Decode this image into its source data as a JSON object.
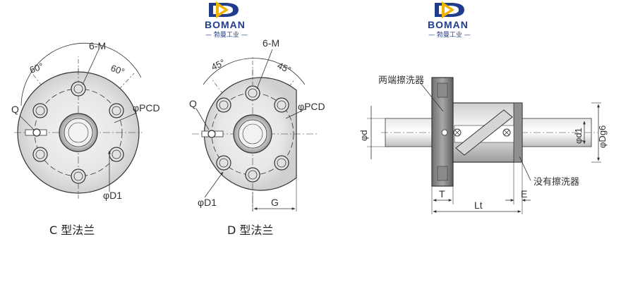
{
  "logo": {
    "brand": "BOMAN",
    "subtitle": "— 勃曼工业 —"
  },
  "view_c": {
    "angle_left": "60°",
    "angle_right": "60°",
    "holes": "6-M",
    "q": "Q",
    "pcd": "φPCD",
    "d1": "φD1",
    "caption": "C 型法兰"
  },
  "view_d": {
    "angle_left": "45°",
    "angle_right": "45°",
    "holes": "6-M",
    "q": "Q",
    "pcd": "φPCD",
    "d1": "φD1",
    "g": "G",
    "caption": "D 型法兰"
  },
  "side_view": {
    "both_end_wipers": "两端擦洗器",
    "no_wiper": "没有擦洗器",
    "d": "φd",
    "d1": "φd1",
    "dg6": "φDg6",
    "t": "T",
    "lt": "Lt",
    "e": "E"
  }
}
